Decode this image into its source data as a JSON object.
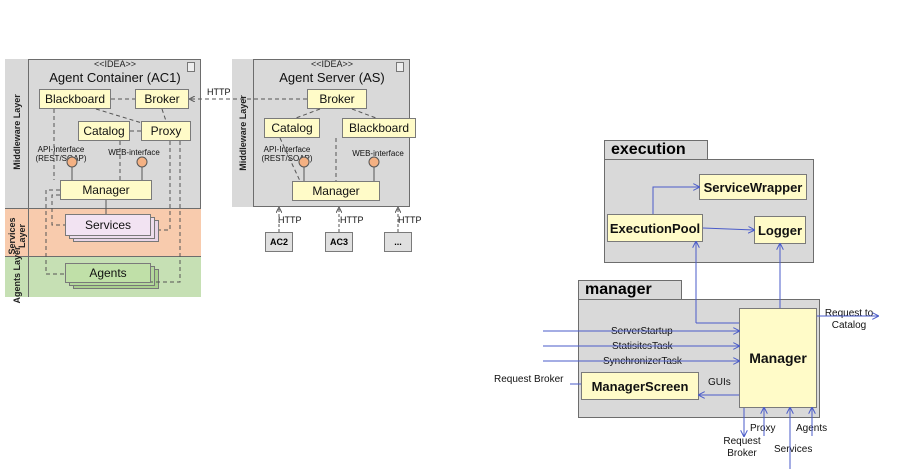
{
  "left_diagram": {
    "stereotype": "<<IDEA>>",
    "container": {
      "title": "Agent Container (AC1)",
      "blackboard": "Blackboard",
      "broker": "Broker",
      "catalog": "Catalog",
      "proxy": "Proxy",
      "api_interface": "API-Interface (REST/SOAP)",
      "web_interface": "WEB-interface",
      "manager": "Manager",
      "services": "Services",
      "agents": "Agents"
    },
    "server": {
      "stereotype": "<<IDEA>>",
      "title": "Agent Server (AS)",
      "broker": "Broker",
      "catalog": "Catalog",
      "blackboard": "Blackboard",
      "api_interface": "API-Interface (REST/SOAP)",
      "web_interface": "WEB-interface",
      "manager": "Manager"
    },
    "layers": {
      "middleware": "Middleware Layer",
      "services": "Services Layer",
      "agents": "Agents Layer"
    },
    "http_label": "HTTP",
    "clients": [
      "AC2",
      "AC3",
      "..."
    ],
    "colors": {
      "services_layer": "#f8cbad",
      "agents_layer": "#c6e0b4",
      "box_fill": "#fffbc8"
    }
  },
  "right_diagram": {
    "execution": {
      "package": "execution",
      "service_wrapper": "ServiceWrapper",
      "execution_pool": "ExecutionPool",
      "logger": "Logger"
    },
    "manager": {
      "package": "manager",
      "manager": "Manager",
      "manager_screen": "ManagerScreen",
      "guis": "GUIs",
      "inputs": [
        "ServerStartup",
        "StatisitcsTask",
        "SynchronizerTask"
      ],
      "request_broker": "Request Broker",
      "request_catalog": "Request to Catalog",
      "bottom": {
        "request_broker": "Request Broker",
        "proxy": "Proxy",
        "services": "Services",
        "agents": "Agents"
      }
    },
    "colors": {
      "arrow": "#4a5bc9"
    }
  }
}
